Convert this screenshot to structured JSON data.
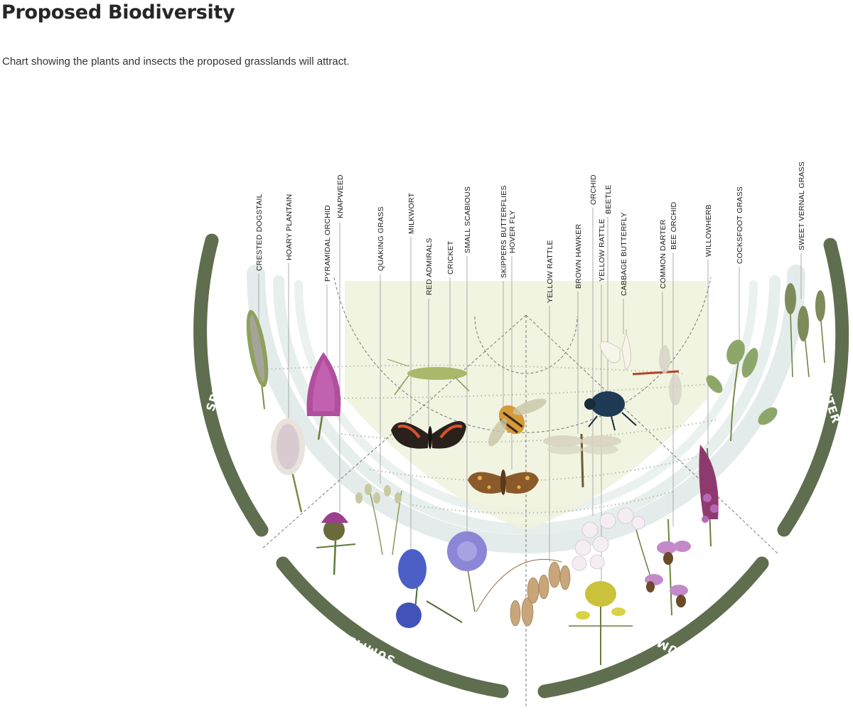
{
  "header": {
    "title": "Proposed Biodiversity",
    "subtitle": "Chart showing the plants and insects the proposed grasslands will attract."
  },
  "seasons": [
    "SPRING",
    "SUMMER",
    "AUTUMN",
    "WINTER"
  ],
  "species_labels": [
    "CRESTED DOGSTAIL",
    "HOARY PLANTAIN",
    "PYRAMIDAL ORCHID",
    "KNAPWEED",
    "QUAKING GRASS",
    "MILKWORT",
    "RED ADMIRALS",
    "CRICKET",
    "SMALL SCABIOUS",
    "SKIPPERS BUTTERFLIES",
    "HOVER FLY",
    "YELLOW RATTLE",
    "BROWN HAWKER",
    "ORCHID",
    "YELLOW RATTLE",
    "BEETLE",
    "CABBAGE BUTTERFLY",
    "COMMON DARTER",
    "BEE ORCHID",
    "WILLOWHERB",
    "COCKSFOOT GRASS",
    "SWEET VERNAL GRASS"
  ],
  "colors": {
    "season_band": "#5e6e4e",
    "pale_band": "#e3ecea",
    "insect_zone": "#eef2dc",
    "guide_line": "#888888"
  }
}
